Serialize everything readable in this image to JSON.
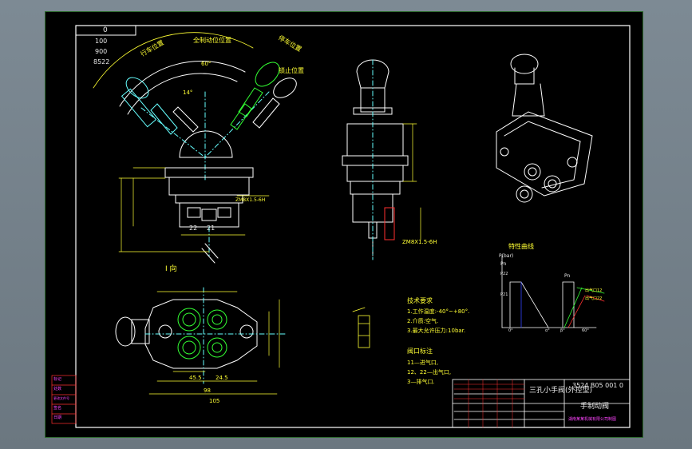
{
  "title_block": {
    "revision": "0",
    "drawing_title": "三孔小手阀(外控型)",
    "drawing_number": "3524 B05 001 0",
    "part_name": "手制动阀",
    "company": "湖南某某机械有限公司制图"
  },
  "top_left_stack": [
    "100",
    "900",
    "8522"
  ],
  "view_labels": {
    "front_position_left": "行车位置",
    "front_position_middle": "全制动位位置",
    "front_position_right": "停车位置",
    "front_position_far_right": "锁止位置",
    "section_label": "I 向",
    "side_label": "I 向",
    "graph_title": "特性曲线"
  },
  "dimensions": {
    "angle_top": "60°",
    "angle_mid": "14°",
    "dim_22": "22",
    "dim_21": "21",
    "dim_45_5": "45.5",
    "dim_24_5": "24.5",
    "dim_98": "98",
    "dim_105": "105",
    "thread_label": "ZM8X1.5-6H"
  },
  "tech_notes": {
    "heading": "技术要求",
    "lines": [
      "1.工作温度:-40°~+80°.",
      "2.介质:空气.",
      "3.最大允许压力:10bar."
    ],
    "port_heading": "阀口标注",
    "port_lines": [
      "11—进气口,",
      "12、22—出气口,",
      "3—排气口."
    ]
  },
  "graph": {
    "y_label": "P(bar)",
    "y_ticks": [
      "Pn",
      "P22",
      "P21"
    ],
    "x_ticks": [
      "0°",
      "α°",
      "β°",
      "60°"
    ],
    "p_label": "Pn",
    "legend": [
      "出气口12",
      "出气口22"
    ]
  },
  "left_revision_table": [
    "标记",
    "处数",
    "更改文件号",
    "签名",
    "日期"
  ]
}
